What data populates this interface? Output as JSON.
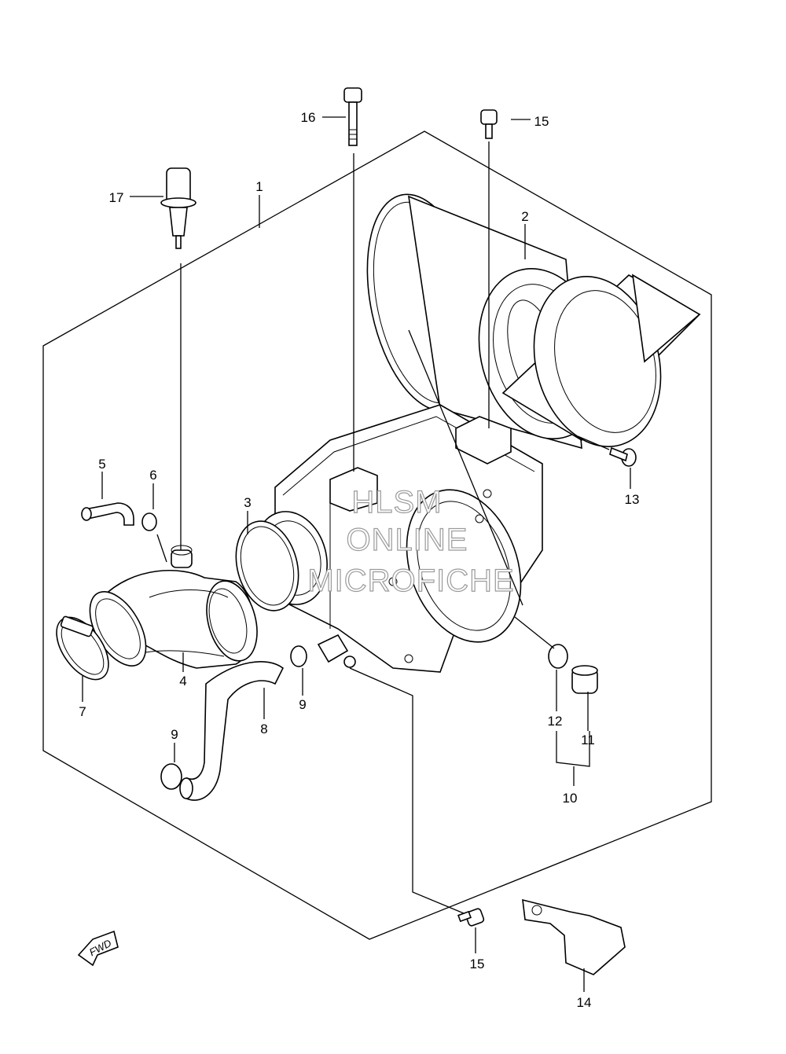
{
  "parts": [
    {
      "num": "1"
    },
    {
      "num": "2"
    },
    {
      "num": "3"
    },
    {
      "num": "4"
    },
    {
      "num": "5"
    },
    {
      "num": "6"
    },
    {
      "num": "7"
    },
    {
      "num": "8"
    },
    {
      "num": "9"
    },
    {
      "num": "9"
    },
    {
      "num": "10"
    },
    {
      "num": "11"
    },
    {
      "num": "12"
    },
    {
      "num": "13"
    },
    {
      "num": "14"
    },
    {
      "num": "15"
    },
    {
      "num": "15"
    },
    {
      "num": "16"
    },
    {
      "num": "17"
    }
  ],
  "watermark": {
    "line1": "HLSM",
    "line2": "ONLINE",
    "line3": "MICROFICHE"
  },
  "fwd_label": "FWD"
}
